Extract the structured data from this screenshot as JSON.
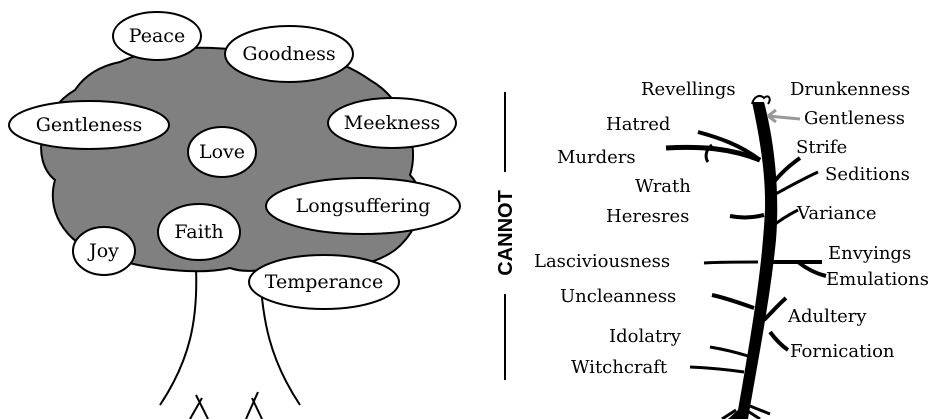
{
  "fruits": [
    "Peace",
    "Goodness",
    "Gentleness",
    "Meekness",
    "Love",
    "Longsuffering",
    "Faith",
    "Joy",
    "Temperance"
  ],
  "divider_label": "CANNOT",
  "works": [
    "Revellings",
    "Drunkenness",
    "Gentleness",
    "Hatred",
    "Strife",
    "Murders",
    "Seditions",
    "Wrath",
    "Heresres",
    "Variance",
    "Envyings",
    "Lasciviousness",
    "Emulations",
    "Uncleanness",
    "Adultery",
    "Idolatry",
    "Fornication",
    "Witchcraft"
  ],
  "colors": {
    "canopy": "#808080",
    "ink": "#000000",
    "fruit_fill": "#ffffff",
    "gentleness_arrow": "#999999"
  }
}
